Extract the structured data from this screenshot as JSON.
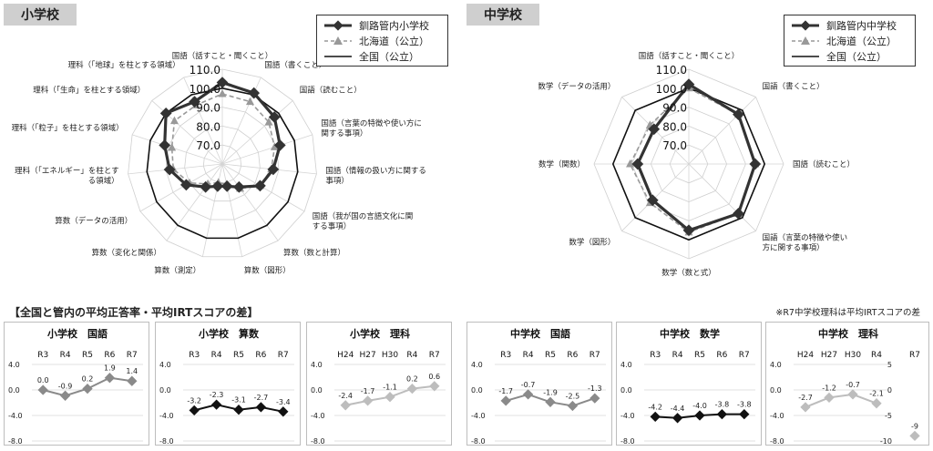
{
  "sections": {
    "elementary": "小学校",
    "junior": "中学校"
  },
  "legend": {
    "elementary": [
      {
        "name": "釧路管内小学校",
        "color": "#333333",
        "style": "bold-diamond"
      },
      {
        "name": "北海道（公立）",
        "color": "#999999",
        "style": "dashed-triangle"
      },
      {
        "name": "全国（公立）",
        "color": "#111111",
        "style": "solid"
      }
    ],
    "junior": [
      {
        "name": "釧路管内中学校",
        "color": "#333333",
        "style": "bold-diamond"
      },
      {
        "name": "北海道（公立）",
        "color": "#999999",
        "style": "dashed-triangle"
      },
      {
        "name": "全国（公立）",
        "color": "#111111",
        "style": "solid"
      }
    ]
  },
  "bottom": {
    "heading": "【全国と管内の平均正答率・平均IRTスコアの差】",
    "note": "※R7中学校理科は平均IRTスコアの差"
  },
  "chart_data": [
    {
      "type": "radar",
      "id": "elementary-radar",
      "axes": [
        "国語（話すこと・聞くこと）",
        "国語（書くこと）",
        "国語（読むこと）",
        "国語（言葉の特徴や使い方に関する事項）",
        "国語（情報の扱い方に関する事項）",
        "国語（我が国の言語文化に関する事項）",
        "算数（数と計算）",
        "算数（図形）",
        "算数（測定）",
        "算数（変化と関係）",
        "算数（データの活用）",
        "理科（「エネルギー」を柱とする領域）",
        "理科（「粒子」を柱とする領域）",
        "理科（「生命」を柱とする領域）",
        "理科（「地球」を柱とする領域）"
      ],
      "rlim": [
        60,
        110
      ],
      "ticks": [
        "70.0",
        "80.0",
        "90.0",
        "100.0",
        "110.0"
      ],
      "series": [
        {
          "name": "釧路管内小学校",
          "values": [
            103,
            101,
            97,
            92,
            87,
            83,
            75,
            72,
            72,
            75,
            82,
            88,
            92,
            100,
            96
          ]
        },
        {
          "name": "北海道（公立）",
          "values": [
            97,
            96,
            93,
            89,
            86,
            83,
            76,
            71,
            70,
            73,
            80,
            86,
            88,
            94,
            94
          ]
        },
        {
          "name": "全国（公立）",
          "values": [
            100,
            100,
            100,
            100,
            100,
            100,
            100,
            100,
            100,
            100,
            100,
            100,
            100,
            100,
            100
          ]
        }
      ]
    },
    {
      "type": "radar",
      "id": "junior-radar",
      "axes": [
        "国語（話すこと・聞くこと）",
        "国語（書くこと）",
        "国語（読むこと）",
        "国語（言葉の特徴や使い方に関する事項）",
        "数学（数と式）",
        "数学（図形）",
        "数学（関数）",
        "数学（データの活用）"
      ],
      "rlim": [
        60,
        110
      ],
      "ticks": [
        "70.0",
        "80.0",
        "90.0",
        "100.0",
        "110.0"
      ],
      "series": [
        {
          "name": "釧路管内中学校",
          "values": [
            102,
            97,
            95,
            97,
            95,
            87,
            87,
            86
          ]
        },
        {
          "name": "北海道（公立）",
          "values": [
            100,
            97,
            95,
            97,
            96,
            89,
            91,
            89
          ]
        },
        {
          "name": "全国（公立）",
          "values": [
            100,
            100,
            100,
            100,
            100,
            100,
            100,
            100
          ]
        }
      ]
    },
    {
      "type": "line",
      "id": "e-kokugo",
      "title": "小学校　国語",
      "categories": [
        "R3",
        "R4",
        "R5",
        "R6",
        "R7"
      ],
      "values": [
        0.0,
        -0.9,
        0.2,
        1.9,
        1.4
      ],
      "labels": [
        "0.0",
        "-0.9",
        "0.2",
        "1.9",
        "1.4"
      ],
      "yticks": [
        "4.0",
        "0.0",
        "-4.0",
        "-8.0"
      ],
      "ylim": [
        -8,
        4
      ],
      "color": "#8a8a8a"
    },
    {
      "type": "line",
      "id": "e-sansu",
      "title": "小学校　算数",
      "categories": [
        "R3",
        "R4",
        "R5",
        "R6",
        "R7"
      ],
      "values": [
        -3.2,
        -2.3,
        -3.1,
        -2.7,
        -3.4
      ],
      "labels": [
        "-3.2",
        "-2.3",
        "-3.1",
        "-2.7",
        "-3.4"
      ],
      "yticks": [
        "4.0",
        "0.0",
        "-4.0",
        "-8.0"
      ],
      "ylim": [
        -8,
        4
      ],
      "color": "#111111"
    },
    {
      "type": "line",
      "id": "e-rika",
      "title": "小学校　理科",
      "categories": [
        "H24",
        "H27",
        "H30",
        "R4",
        "R7"
      ],
      "values": [
        -2.4,
        -1.7,
        -1.1,
        0.2,
        0.6
      ],
      "labels": [
        "-2.4",
        "-1.7",
        "-1.1",
        "0.2",
        "0.6"
      ],
      "yticks": [
        "4.0",
        "0.0",
        "-4.0",
        "-8.0"
      ],
      "ylim": [
        -8,
        4
      ],
      "color": "#bdbdbd"
    },
    {
      "type": "line",
      "id": "j-kokugo",
      "title": "中学校　国語",
      "categories": [
        "R3",
        "R4",
        "R5",
        "R6",
        "R7"
      ],
      "values": [
        -1.7,
        -0.7,
        -1.9,
        -2.5,
        -1.3
      ],
      "labels": [
        "-1.7",
        "-0.7",
        "-1.9",
        "-2.5",
        "-1.3"
      ],
      "yticks": [
        "4.0",
        "0.0",
        "-4.0",
        "-8.0"
      ],
      "ylim": [
        -8,
        4
      ],
      "color": "#8a8a8a"
    },
    {
      "type": "line",
      "id": "j-sugaku",
      "title": "中学校　数学",
      "categories": [
        "R3",
        "R4",
        "R5",
        "R6",
        "R7"
      ],
      "values": [
        -4.2,
        -4.4,
        -4.0,
        -3.8,
        -3.8
      ],
      "labels": [
        "-4.2",
        "-4.4",
        "-4.0",
        "-3.8",
        "-3.8"
      ],
      "yticks": [
        "4.0",
        "0.0",
        "-4.0",
        "-8.0"
      ],
      "ylim": [
        -8,
        4
      ],
      "color": "#111111"
    },
    {
      "type": "line",
      "id": "j-rika",
      "title": "中学校　理科",
      "categories": [
        "H24",
        "H27",
        "H30",
        "R4"
      ],
      "values": [
        -2.7,
        -1.2,
        -0.7,
        -2.1
      ],
      "labels": [
        "-2.7",
        "-1.2",
        "-0.7",
        "-2.1"
      ],
      "yticks": [
        "4.0",
        "0.0",
        "-4.0",
        "-8.0"
      ],
      "ylim": [
        -8,
        4
      ],
      "color": "#bdbdbd",
      "extra": {
        "category": "R7",
        "value": -9,
        "label": "-9",
        "yticks": [
          "5",
          "0",
          "-5",
          "-10"
        ],
        "ylim": [
          -10,
          5
        ]
      }
    }
  ]
}
